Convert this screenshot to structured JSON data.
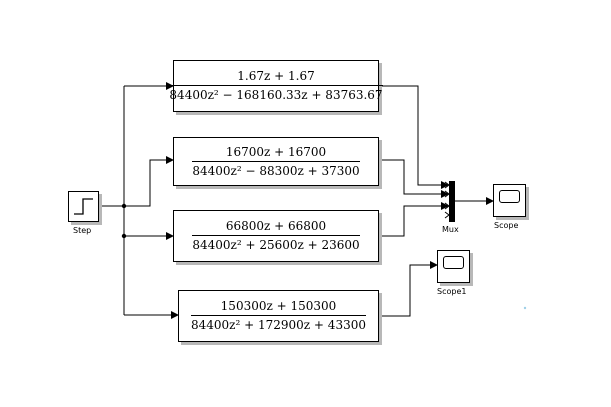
{
  "blocks": {
    "step": {
      "label": "Step",
      "icon": "step-signal-icon"
    },
    "tf1": {
      "numerator": "1.67z + 1.67",
      "denominator": "84400z² − 168160.33z + 83763.67"
    },
    "tf2": {
      "numerator": "16700z + 16700",
      "denominator": "84400z² − 88300z + 37300"
    },
    "tf3": {
      "numerator": "66800z + 66800",
      "denominator": "84400z² + 25600z + 23600"
    },
    "tf4": {
      "numerator": "150300z + 150300",
      "denominator": "84400z² + 172900z + 43300"
    },
    "mux": {
      "label": "Mux"
    },
    "scope": {
      "label": "Scope",
      "icon": "scope-screen-icon"
    },
    "scope1": {
      "label": "Scope1",
      "icon": "scope-screen-icon"
    }
  },
  "colors": {
    "line": "#000000",
    "shadow": "#b8b8b8",
    "background": "#ffffff",
    "dot": "#9fd0e8"
  }
}
